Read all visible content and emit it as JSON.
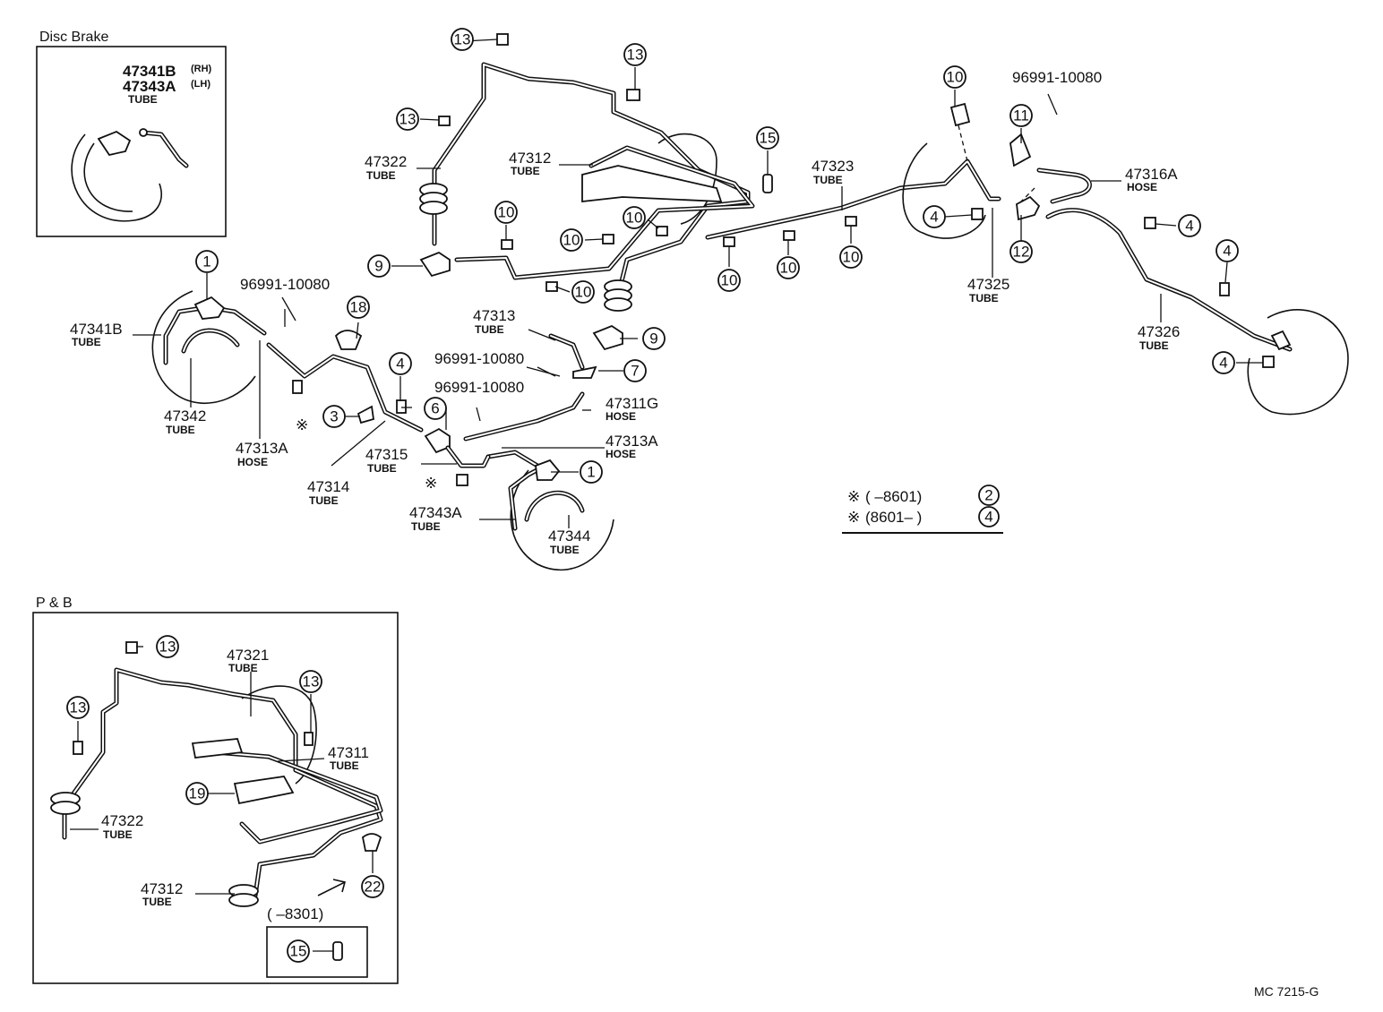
{
  "insets": {
    "disc_brake": {
      "title": "Disc Brake"
    },
    "p_and_b": {
      "title": "P & B",
      "range_note": "(      –8301)"
    }
  },
  "labels": [
    {
      "pn": "47341B",
      "sub": "(RH)",
      "kind": ""
    },
    {
      "pn": "47343A",
      "sub": "(LH)",
      "kind": "TUBE"
    },
    {
      "pn": "47341B",
      "kind": "TUBE"
    },
    {
      "pn": "47342",
      "kind": "TUBE"
    },
    {
      "pn": "47313A",
      "kind": "HOSE"
    },
    {
      "pn": "96991-10080",
      "kind": ""
    },
    {
      "pn": "47314",
      "kind": "TUBE"
    },
    {
      "pn": "47315",
      "kind": "TUBE"
    },
    {
      "pn": "47343A",
      "kind": "TUBE"
    },
    {
      "pn": "47344",
      "kind": "TUBE"
    },
    {
      "pn": "47313",
      "kind": "TUBE"
    },
    {
      "pn": "96991-10080",
      "kind": ""
    },
    {
      "pn": "96991-10080",
      "kind": ""
    },
    {
      "pn": "47311G",
      "kind": "HOSE"
    },
    {
      "pn": "47313A",
      "kind": "HOSE"
    },
    {
      "pn": "47322",
      "kind": "TUBE"
    },
    {
      "pn": "47312",
      "kind": "TUBE"
    },
    {
      "pn": "47323",
      "kind": "TUBE"
    },
    {
      "pn": "96991-10080",
      "kind": ""
    },
    {
      "pn": "47316A",
      "kind": "HOSE"
    },
    {
      "pn": "47325",
      "kind": "TUBE"
    },
    {
      "pn": "47326",
      "kind": "TUBE"
    },
    {
      "pn": "47321",
      "kind": "TUBE"
    },
    {
      "pn": "47311",
      "kind": "TUBE"
    },
    {
      "pn": "47322",
      "kind": "TUBE"
    },
    {
      "pn": "47312",
      "kind": "TUBE"
    }
  ],
  "callouts": [
    "13",
    "13",
    "13",
    "15",
    "10",
    "11",
    "10",
    "10",
    "10",
    "9",
    "10",
    "10",
    "10",
    "10",
    "12",
    "4",
    "4",
    "4",
    "4",
    "1",
    "18",
    "4",
    "3",
    "6",
    "9",
    "7",
    "1",
    "13",
    "13",
    "13",
    "19",
    "22",
    "15"
  ],
  "notes": {
    "mark": "※",
    "row1": {
      "range": "(        –8601)",
      "ref": "2"
    },
    "row2": {
      "range": "(8601–        )",
      "ref": "4"
    }
  },
  "figure_code": "MC  7215-G"
}
